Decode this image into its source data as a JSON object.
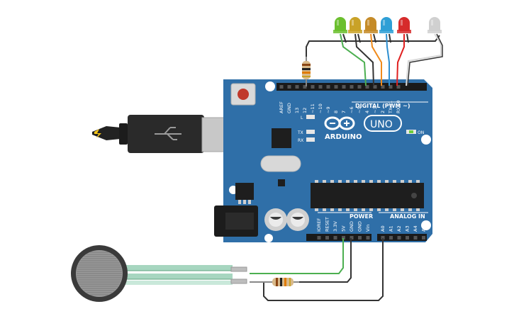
{
  "board": {
    "logo": "ARDUINO",
    "model": "UNO",
    "on_label": "ON",
    "digital_header": "DIGITAL (PWM ~)",
    "power_header": "POWER",
    "analog_header": "ANALOG IN",
    "reset_label": "RESET",
    "led_l": "L",
    "led_tx": "TX",
    "led_rx": "RX",
    "digital_pins": [
      "AREF",
      "GND",
      "13",
      "12",
      "~11",
      "~10",
      "~9",
      "8",
      "7",
      "~6",
      "~5",
      "4",
      "~3",
      "2",
      "TX→1",
      "RX←0"
    ],
    "power_pins": [
      "IOREF",
      "RESET",
      "3.3V",
      "5V",
      "GND",
      "GND",
      "Vin"
    ],
    "analog_pins": [
      "A0",
      "A1",
      "A2",
      "A3",
      "A4",
      "A5"
    ]
  },
  "components": {
    "leds": [
      "green-led",
      "yellow-led",
      "orange-led",
      "blue-led",
      "red-led",
      "white-led"
    ],
    "resistors": [
      "led-resistor",
      "sensor-resistor"
    ],
    "sensor": "force-sensitive-resistor",
    "cable": "usb-cable"
  },
  "colors": {
    "board": "#2f6fa8",
    "led_green": "#6bbf2e",
    "led_yellow": "#c9a227",
    "led_orange": "#c58b28",
    "led_blue": "#2e9fd6",
    "led_red": "#d62b2b",
    "led_white": "#d0d0d0",
    "wire_green": "#4caf50",
    "wire_orange": "#f08a1a",
    "wire_blue": "#2e8fd0",
    "wire_red": "#e02020",
    "wire_black": "#333333"
  }
}
